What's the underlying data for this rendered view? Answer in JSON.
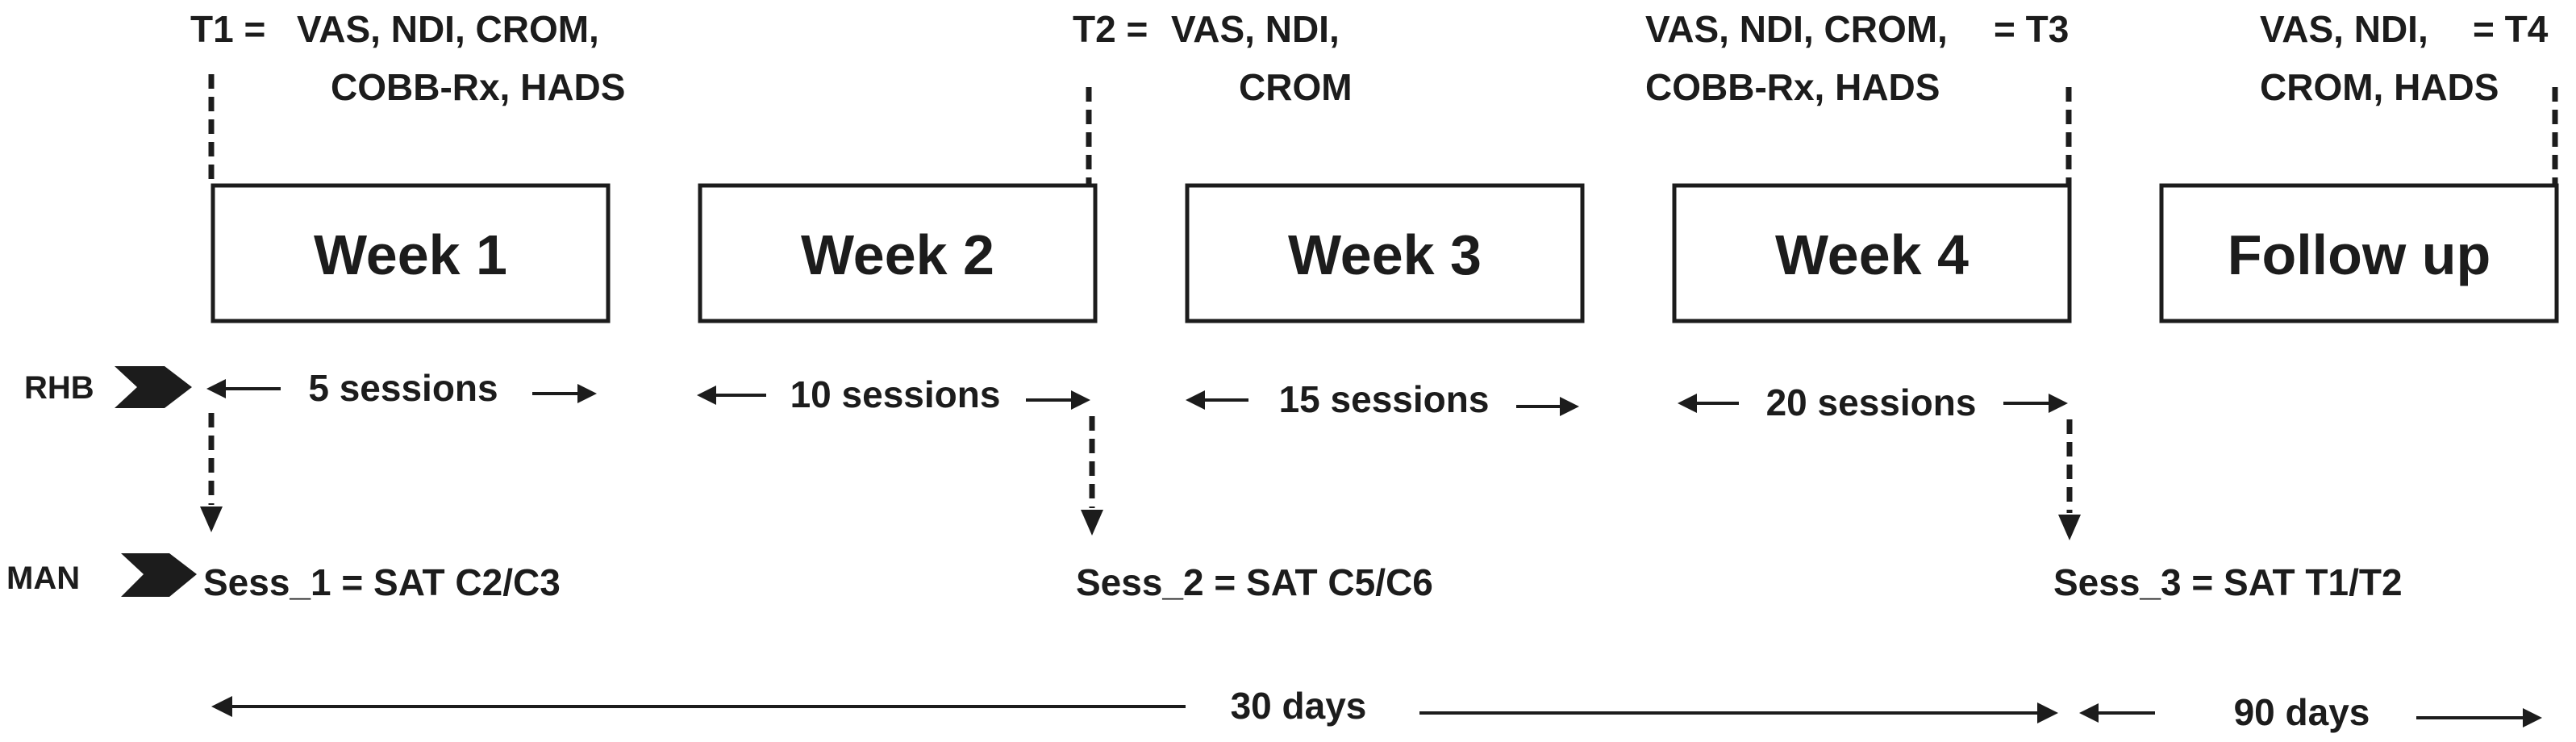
{
  "timepoints": {
    "t1": {
      "id": "T1 =",
      "line1": "VAS, NDI, CROM,",
      "line2": "COBB-Rx, HADS"
    },
    "t2": {
      "id": "T2 =",
      "line1": "VAS, NDI,",
      "line2": "CROM"
    },
    "t3": {
      "id": "= T3",
      "line1": "VAS, NDI, CROM,",
      "line2": "COBB-Rx, HADS"
    },
    "t4": {
      "id": "= T4",
      "line1": "VAS, NDI,",
      "line2": "CROM, HADS"
    }
  },
  "boxes": [
    "Week 1",
    "Week 2",
    "Week 3",
    "Week 4",
    "Follow up"
  ],
  "rows": {
    "rhb": "RHB",
    "man": "MAN"
  },
  "sessions": [
    "5 sessions",
    "10 sessions",
    "15 sessions",
    "20 sessions"
  ],
  "man_sessions": [
    "Sess_1 = SAT C2/C3",
    "Sess_2 = SAT C5/C6",
    "Sess_3 = SAT T1/T2"
  ],
  "durations": {
    "main": "30 days",
    "follow_up": "90 days"
  }
}
